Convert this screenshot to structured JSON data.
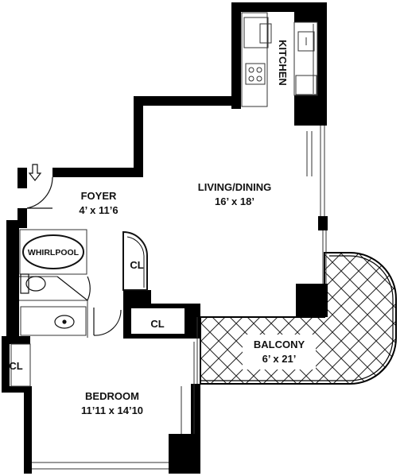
{
  "colors": {
    "wall": "#000000",
    "background": "#ffffff",
    "thin": "#333333"
  },
  "icons": {
    "entry": "down-arrow-icon"
  },
  "rooms": {
    "kitchen": {
      "name": "KITCHEN"
    },
    "living": {
      "name": "LIVING/DINING",
      "size": "16’ x 18’"
    },
    "foyer": {
      "name": "FOYER",
      "size": "4’ x 11’6"
    },
    "balcony": {
      "name": "BALCONY",
      "size": "6’ x 21’"
    },
    "bedroom": {
      "name": "BEDROOM",
      "size": "11’11 x 14’10"
    },
    "whirlpool": {
      "name": "WHIRLPOOL"
    },
    "closet_hall": {
      "name": "CL"
    },
    "closet_middle": {
      "name": "CL"
    },
    "closet_bedroom": {
      "name": "CL"
    }
  }
}
